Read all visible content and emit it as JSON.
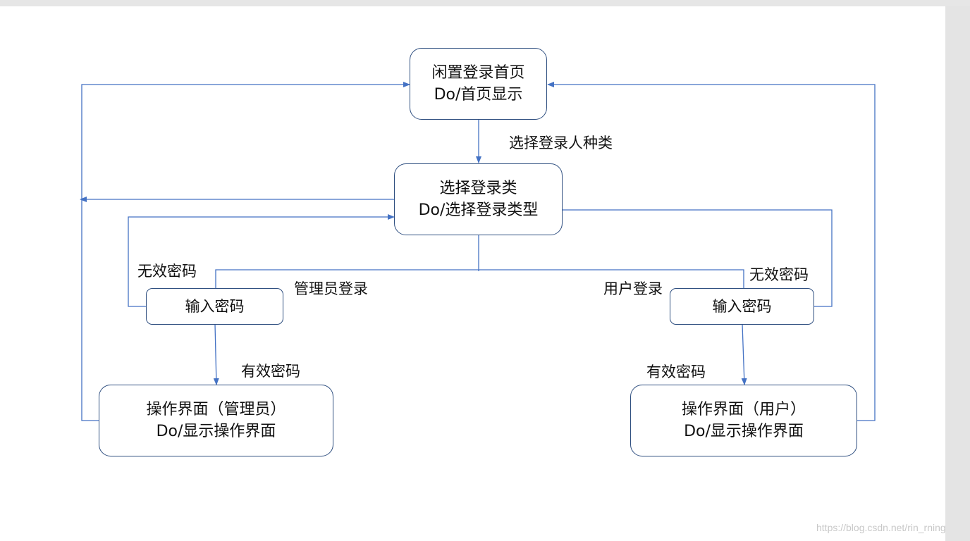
{
  "nodes": {
    "idle_home": {
      "title": "闲置登录首页",
      "action": "Do/首页显示"
    },
    "select_type": {
      "title": "选择登录类",
      "action": "Do/选择登录类型"
    },
    "pwd_admin": {
      "title": "输入密码"
    },
    "pwd_user": {
      "title": "输入密码"
    },
    "op_admin": {
      "title": "操作界面（管理员）",
      "action": "Do/显示操作界面"
    },
    "op_user": {
      "title": "操作界面（用户）",
      "action": "Do/显示操作界面"
    }
  },
  "labels": {
    "select_person_type": "选择登录人种类",
    "admin_login": "管理员登录",
    "user_login": "用户登录",
    "invalid_left": "无效密码",
    "invalid_right": "无效密码",
    "valid_left": "有效密码",
    "valid_right": "有效密码"
  },
  "watermark": "https://blog.csdn.net/rin_rning",
  "colors": {
    "connector": "#4472c4",
    "node_border": "#2f4f80"
  }
}
